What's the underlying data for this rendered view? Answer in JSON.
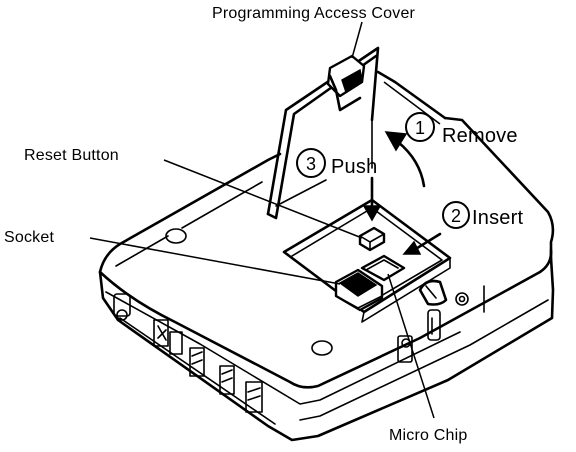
{
  "labels": {
    "cover": "Programming Access Cover",
    "reset": "Reset Button",
    "socket": "Socket",
    "micro_chip": "Micro Chip",
    "remove": "Remove",
    "insert": "Insert",
    "push": "Push"
  },
  "steps": {
    "remove_num": "1",
    "insert_num": "2",
    "push_num": "3"
  },
  "colors": {
    "ink": "#000000",
    "paper": "#ffffff"
  }
}
